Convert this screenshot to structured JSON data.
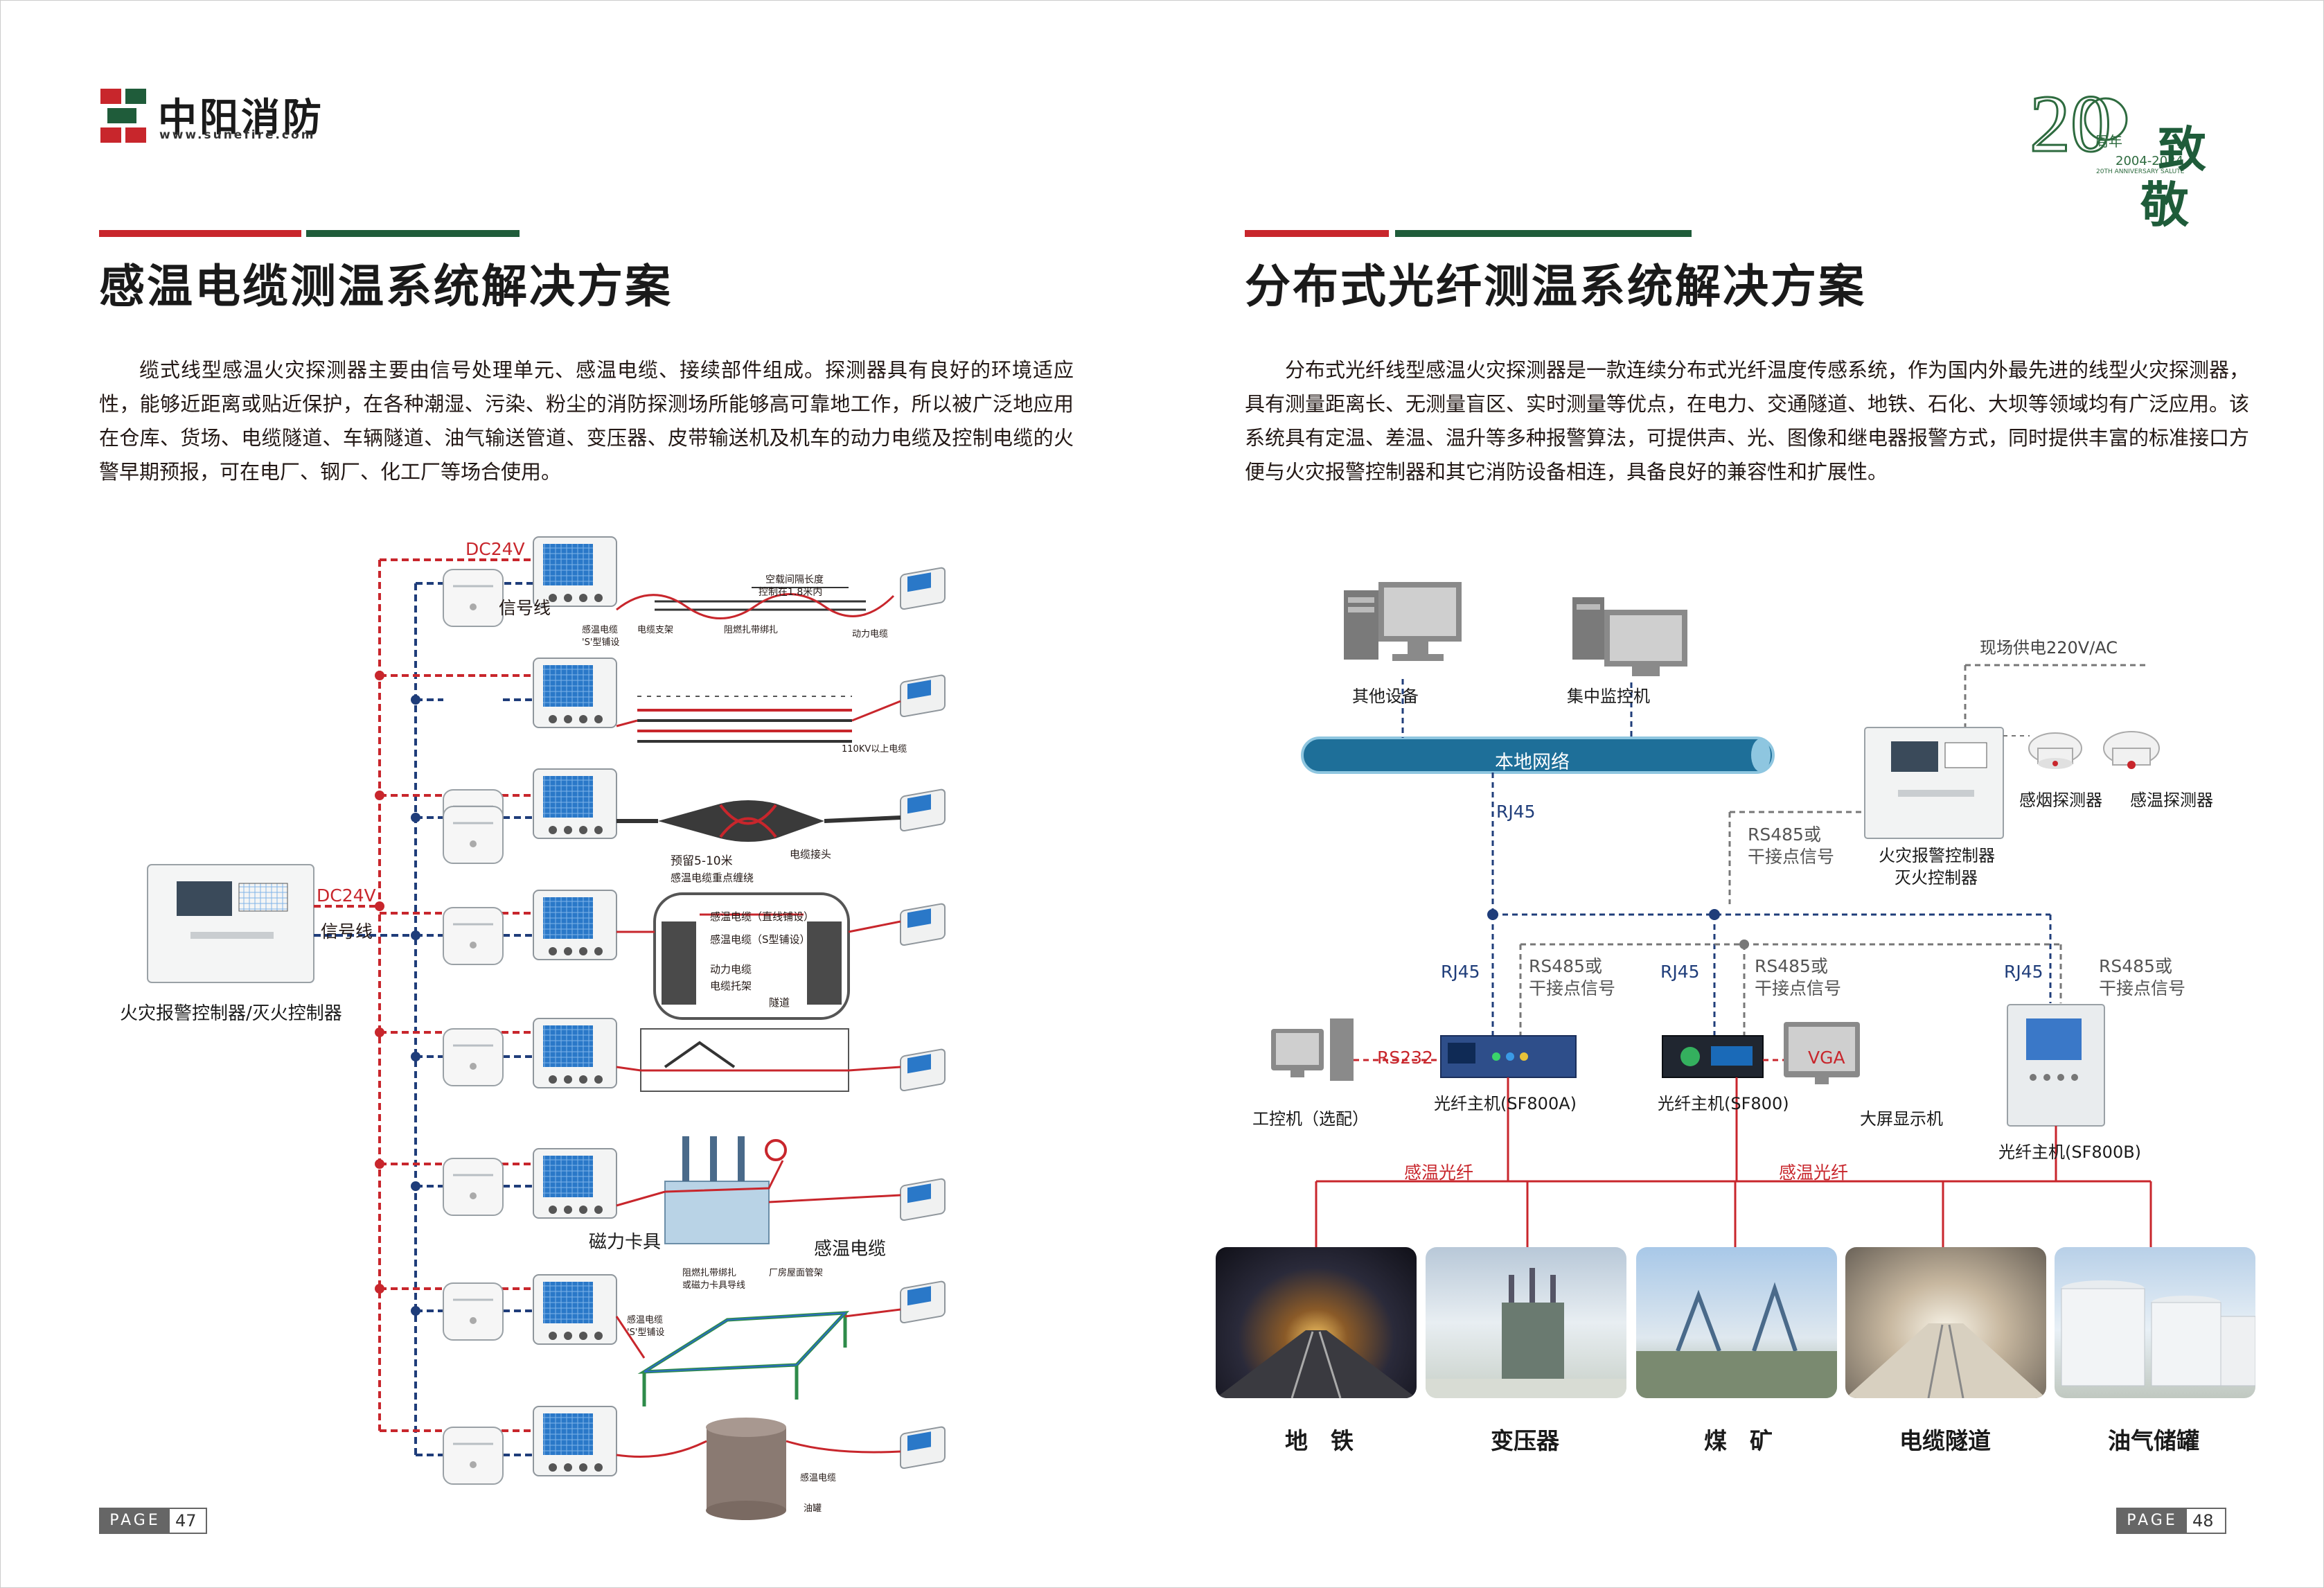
{
  "brand": {
    "name": "中阳消防",
    "url": "www.sunefire.com"
  },
  "badge": {
    "num": "20",
    "sub": "周年",
    "years": "2004-2024",
    "en": "20TH ANNIVERSARY SALUTE",
    "c1": "致",
    "c2": "敬"
  },
  "left": {
    "title": "感温电缆测温系统解决方案",
    "para": "缆式线型感温火灾探测器主要由信号处理单元、感温电缆、接续部件组成。探测器具有良好的环境适应性，能够近距离或贴近保护，在各种潮湿、污染、粉尘的消防探测场所能够高可靠地工作，所以被广泛地应用在仓库、货场、电缆隧道、车辆隧道、油气输送管道、变压器、皮带输送机及机车的动力电缆及控制电缆的火警早期预报，可在电厂、钢厂、化工厂等场合使用。",
    "diagram": {
      "dc_top": "DC24V",
      "sig_top": "信号线",
      "dc_mid": "DC24V",
      "sig_mid": "信号线",
      "controller": "火灾报警控制器/灭火控制器",
      "magnet": "磁力卡具",
      "cable": "感温电缆",
      "row1": {
        "span": "空载间隔长度",
        "pitch": "控制在1.8米内",
        "a": "感温电缆",
        "b": "'S'型铺设",
        "c": "电缆支架",
        "d": "阻燃扎带绑扎",
        "e": "动力电缆"
      },
      "row2": {
        "a": "110KV以上电缆"
      },
      "row3": {
        "a": "预留5-10米",
        "b": "感温电缆重点缠绕",
        "c": "电缆接头"
      },
      "row4": {
        "a": "感温电缆（直线铺设）",
        "b": "感温电缆（S型铺设）",
        "c": "动力电缆",
        "d": "电缆托架",
        "e": "隧道"
      },
      "row7": {
        "a": "阻燃扎带绑扎",
        "b": "或磁力卡具导线",
        "c": "厂房屋面管架",
        "d": "感温电缆",
        "e": "'S'型铺设"
      },
      "row8": {
        "a": "感温电缆",
        "b": "油罐"
      }
    },
    "page_label": "PAGE",
    "page_num": "47"
  },
  "right": {
    "title": "分布式光纤测温系统解决方案",
    "para": "分布式光纤线型感温火灾探测器是一款连续分布式光纤温度传感系统，作为国内外最先进的线型火灾探测器，具有测量距离长、无测量盲区、实时测量等优点，在电力、交通隧道、地铁、石化、大坝等领域均有广泛应用。该系统具有定温、差温、温升等多种报警算法，可提供声、光、图像和继电器报警方式，同时提供丰富的标准接口方便与火灾报警控制器和其它消防设备相连，具备良好的兼容性和扩展性。",
    "diagram": {
      "other": "其他设备",
      "monitor": "集中监控机",
      "network": "本地网络",
      "power": "现场供电220V/AC",
      "smoke": "感烟探测器",
      "heat": "感温探测器",
      "panel1": "火灾报警控制器",
      "panel2": "灭火控制器",
      "rj45": "RJ45",
      "rs485": "RS485或",
      "dry": "干接点信号",
      "rs232": "RS232",
      "vga": "VGA",
      "ipc": "工控机（选配）",
      "sf800a": "光纤主机(SF800A)",
      "sf800": "光纤主机(SF800)",
      "bigscreen": "大屏显示机",
      "sf800b": "光纤主机(SF800B)",
      "fiber": "感温光纤"
    },
    "categories": [
      "地　铁",
      "变压器",
      "煤　矿",
      "电缆隧道",
      "油气储罐"
    ],
    "page_label": "PAGE",
    "page_num": "48"
  },
  "colors": {
    "red": "#c8262c",
    "green": "#1f5c3a",
    "blue": "#1f3d7a",
    "pipe": "#1e6f99"
  }
}
